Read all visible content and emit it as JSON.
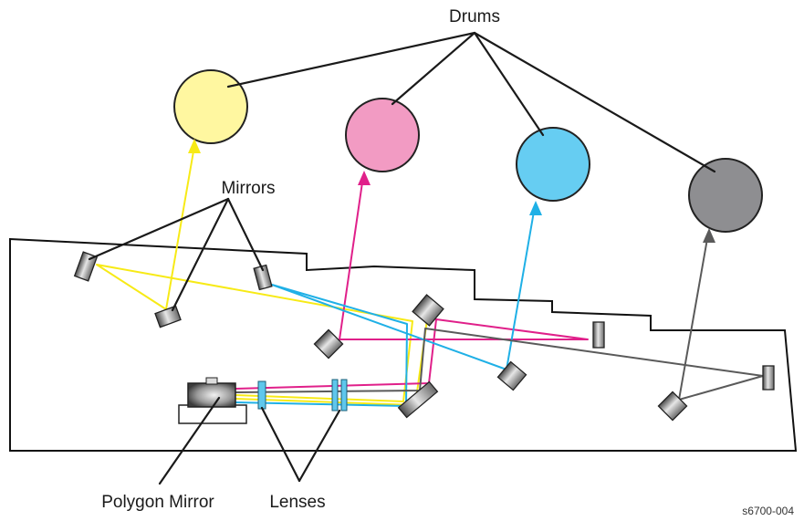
{
  "labels": {
    "drums": "Drums",
    "mirrors": "Mirrors",
    "polygon_mirror": "Polygon Mirror",
    "lenses": "Lenses",
    "figure_id": "s6700-004"
  },
  "colors": {
    "yellow": "#f7ea16",
    "magenta": "#e0208a",
    "cyan": "#1fb0e6",
    "black": "#5a5a5a",
    "drum_yellow": "#fff7a0",
    "drum_magenta": "#f29bc3",
    "drum_cyan": "#66cdf2",
    "drum_black": "#8e8e91"
  },
  "drums": [
    {
      "color": "yellow"
    },
    {
      "color": "magenta"
    },
    {
      "color": "cyan"
    },
    {
      "color": "black"
    }
  ]
}
